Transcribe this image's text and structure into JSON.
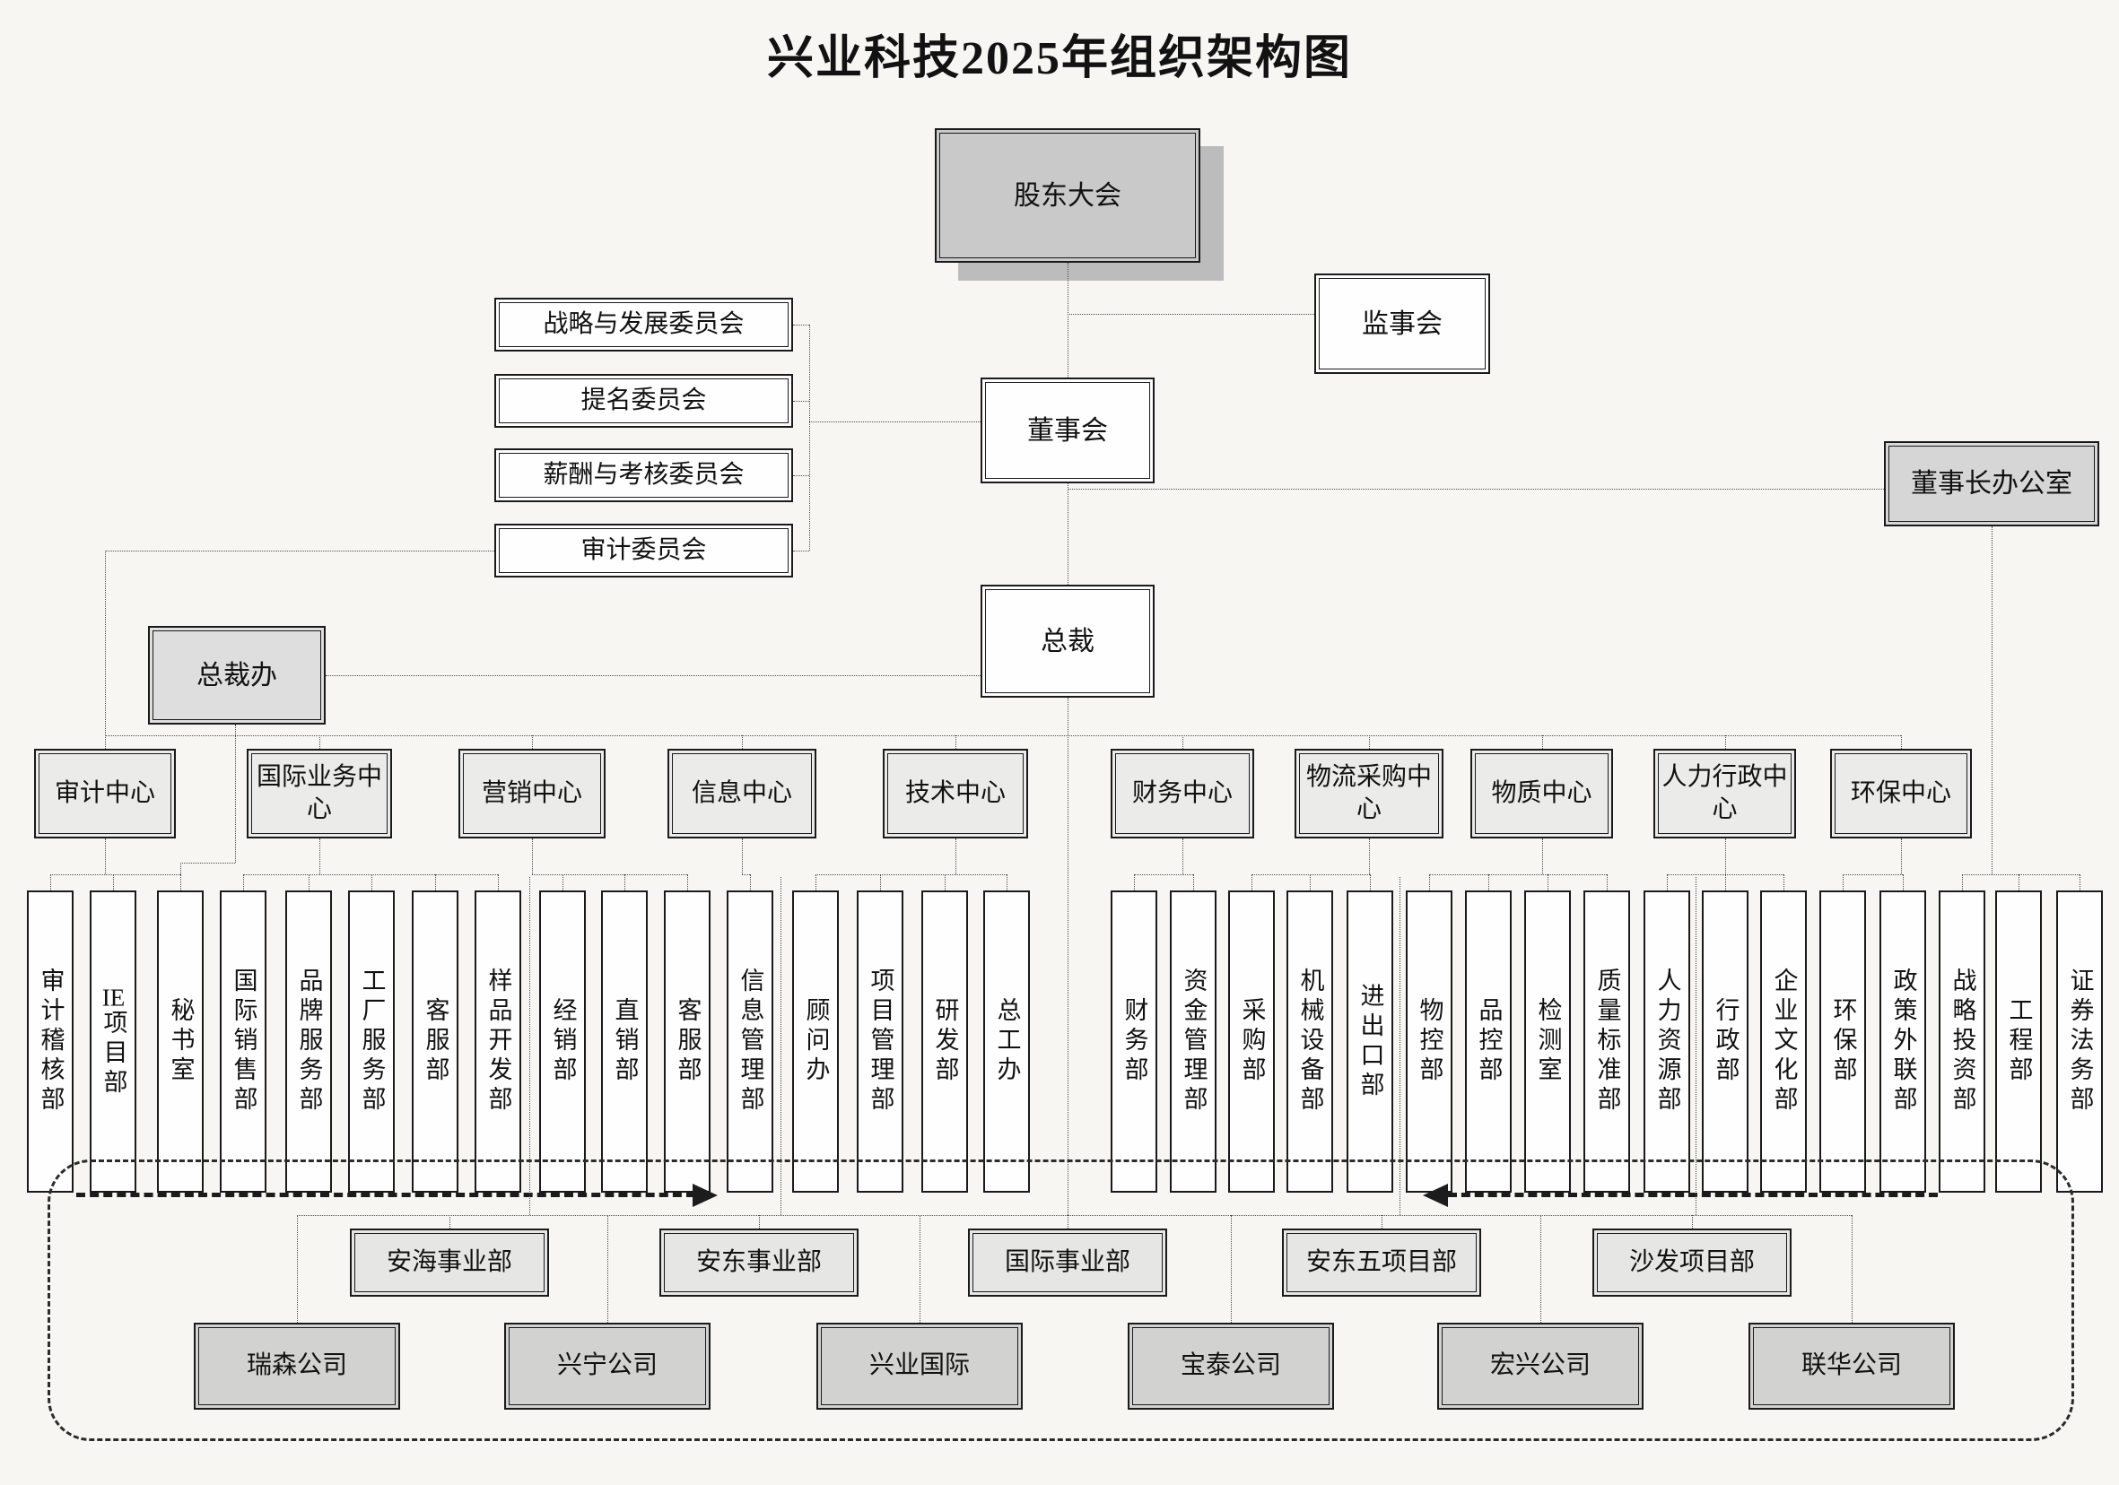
{
  "title": "兴业科技2025年组织架构图",
  "top": {
    "shareholders": "股东大会",
    "supervisory_board": "监事会",
    "board_of_directors": "董事会",
    "committees": [
      "战略与发展委员会",
      "提名委员会",
      "薪酬与考核委员会",
      "审计委员会"
    ],
    "chairman_office": "董事长办公室",
    "president": "总裁",
    "president_office": "总裁办"
  },
  "centers": [
    {
      "label": "审计中心",
      "departments": [
        "审计稽核部",
        "IE项目部",
        "秘书室"
      ]
    },
    {
      "label": "国际业务中心",
      "departments": [
        "国际销售部",
        "品牌服务部",
        "工厂服务部",
        "客服部",
        "样品开发部"
      ]
    },
    {
      "label": "营销中心",
      "departments": [
        "经销部",
        "直销部",
        "客服部"
      ]
    },
    {
      "label": "信息中心",
      "departments": [
        "信息管理部"
      ]
    },
    {
      "label": "技术中心",
      "departments": [
        "顾问办",
        "项目管理部",
        "研发部",
        "总工办"
      ]
    },
    {
      "label": "财务中心",
      "departments": [
        "财务部",
        "资金管理部"
      ]
    },
    {
      "label": "物流采购中心",
      "departments": [
        "采购部",
        "机械设备部",
        "进出口部"
      ]
    },
    {
      "label": "物质中心",
      "departments": [
        "物控部",
        "品控部",
        "检测室",
        "质量标准部"
      ]
    },
    {
      "label": "人力行政中心",
      "departments": [
        "人力资源部",
        "行政部",
        "企业文化部"
      ]
    },
    {
      "label": "环保中心",
      "departments": [
        "环保部",
        "政策外联部"
      ]
    }
  ],
  "chairman_office_departments": [
    "战略投资部",
    "工程部",
    "证券法务部"
  ],
  "subsidiaries": {
    "divisions": [
      "安海事业部",
      "安东事业部",
      "国际事业部",
      "安东五项目部",
      "沙发项目部"
    ],
    "companies": [
      "瑞森公司",
      "兴宁公司",
      "兴业国际",
      "宝泰公司",
      "宏兴公司",
      "联华公司"
    ]
  },
  "style_colors": {
    "shareholders_fill": "#c9c9c9",
    "shareholders_shadow": "#bcbcbc",
    "chairman_office_fill": "#d6d6d6",
    "president_office_fill": "#dedede",
    "center_fill": "#ebebe9",
    "division_fill": "#e6e6e4",
    "company_fill": "#d2d2d0",
    "white_fill": "#fefefe",
    "line_color": "#4d4d4d"
  }
}
